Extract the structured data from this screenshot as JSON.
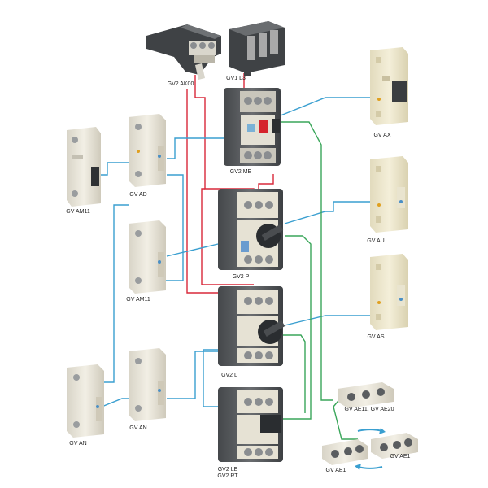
{
  "labels": {
    "gv2_ak00": "GV2 AK00",
    "gv1_l3": "GV1 L3",
    "gv2_me": "GV2 ME",
    "gv_ax": "GV AX",
    "gv_am11_top": "GV AM11",
    "gv_ad": "GV AD",
    "gv_au": "GV AU",
    "gv2_p": "GV2 P",
    "gv_am11_mid": "GV AM11",
    "gv_as": "GV AS",
    "gv2_l": "GV2 L",
    "gv_ae11_ae20": "GV AE11, GV AE20",
    "gv_an_left": "GV AN",
    "gv_an_mid": "GV AN",
    "gv2_le": "GV2 LE",
    "gv2_rt": "GV2 RT",
    "gv_ae1_left": "GV AE1",
    "gv_ae1_right": "GV AE1"
  },
  "colors": {
    "red_line": "#d8283a",
    "blue_line": "#3a9fd0",
    "green_line": "#3aa65a",
    "device_grey": "#5a5d60",
    "device_light": "#e9e6dc",
    "device_cream": "#efe9cf"
  }
}
